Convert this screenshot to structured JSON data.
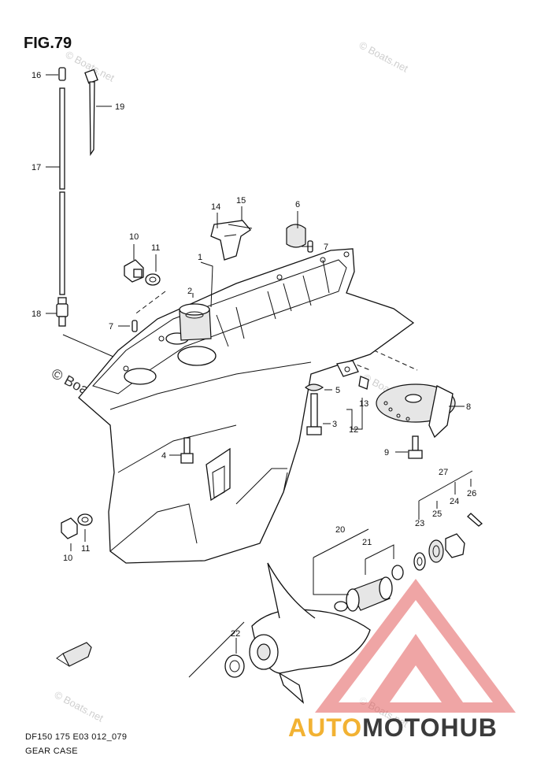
{
  "figure": {
    "title": "FIG.79",
    "code": "DF150 175 E03 012_079",
    "name": "GEAR CASE"
  },
  "watermarks": {
    "boats": "© Boats.net",
    "logo_auto": "AUTO",
    "logo_moto": "MOTO",
    "logo_hub": "HUB"
  },
  "callouts": [
    "16",
    "19",
    "17",
    "18",
    "10",
    "11",
    "14",
    "15",
    "6",
    "7",
    "1",
    "2",
    "7",
    "5",
    "13",
    "12",
    "3",
    "8",
    "9",
    "4",
    "27",
    "26",
    "24",
    "25",
    "23",
    "20",
    "21",
    "10",
    "11",
    "22"
  ],
  "colors": {
    "line": "#111111",
    "watermark_red": "#e25c5c",
    "logo_orange": "#f2b233",
    "logo_dark": "#3b3b3b"
  }
}
